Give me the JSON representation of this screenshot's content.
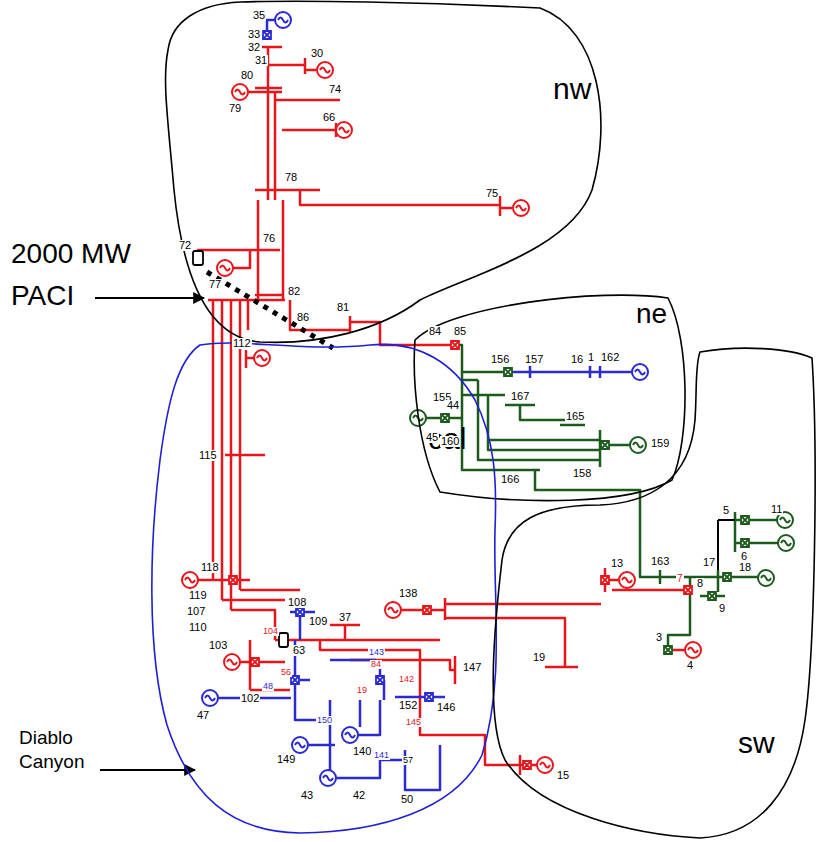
{
  "diagram": {
    "nodes": [
      {
        "text": [
          "nw"
        ]
      },
      {
        "text": [
          "ne"
        ]
      },
      {
        "text": [
          "cal"
        ]
      },
      {
        "text": [
          "sw"
        ]
      }
    ],
    "labels": [
      "2000 MW",
      "PACI",
      "Diablo Canyon",
      "35",
      "33",
      "32",
      "31",
      "30",
      "80",
      "74",
      "79",
      "66",
      "78",
      "75",
      "72",
      "76",
      "77",
      "82",
      "86",
      "81",
      "84",
      "85",
      "112",
      "115",
      "118",
      "119",
      "107",
      "110",
      "108",
      "109",
      "104",
      "37",
      "138",
      "147",
      "103",
      "102",
      "63",
      "143",
      "84",
      "56",
      "142",
      "146",
      "48",
      "47",
      "150",
      "140",
      "141",
      "149",
      "57",
      "43",
      "42",
      "50",
      "152",
      "145",
      "19",
      "156",
      "157",
      "16",
      "1",
      "162",
      "155",
      "44",
      "45",
      "160",
      "167",
      "165",
      "158",
      "159",
      "166",
      "5",
      "11",
      "6",
      "163",
      "17",
      "18",
      "8",
      "7",
      "9",
      "3",
      "4",
      "13",
      "19",
      "15"
    ]
  }
}
